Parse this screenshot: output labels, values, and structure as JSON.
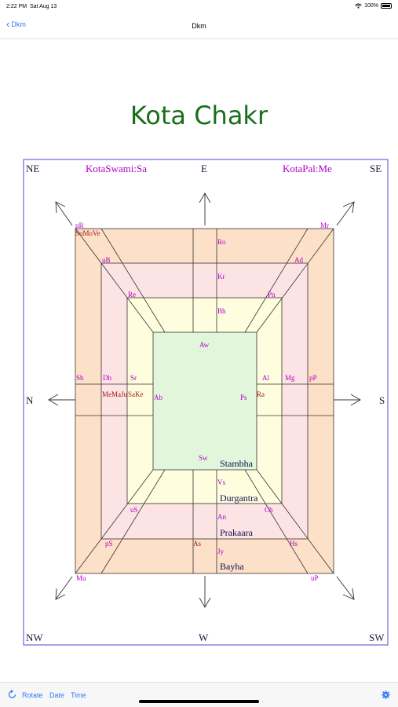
{
  "status_bar": {
    "time": "2:22 PM",
    "date": "Sat Aug 13",
    "battery": "100%"
  },
  "nav": {
    "back_label": "Dkm",
    "title": "Dkm"
  },
  "page_title": "Kota Chakr",
  "chakra": {
    "directions": {
      "ne": "NE",
      "e": "E",
      "se": "SE",
      "n": "N",
      "s": "S",
      "nw": "NW",
      "w": "W",
      "sw": "SW"
    },
    "kota_swami": "KotaSwami:Sa",
    "kota_pal": "KotaPal:Me",
    "zones": {
      "inner": "Stambha",
      "second": "Durgantra",
      "third": "Prakaara",
      "outer": "Bayha"
    },
    "nakshatras": {
      "ne_outer": "pR",
      "ne_mid": "uB",
      "ne_inner": "Re",
      "e_outer": "Ro",
      "e_mid": "Kr",
      "e_inner": "Bh",
      "e_core": "Aw",
      "se_inner": "Pn",
      "se_mid": "Ad",
      "se_outer": "Mr",
      "n_outer": "Sb",
      "n_mid": "Dh",
      "n_inner": "Sr",
      "n_core": "Ab",
      "s_core": "Ps",
      "s_inner": "Al",
      "s_mid": "Mg",
      "s_outer": "pP",
      "w_core": "Sw",
      "w_inner": "Vs",
      "w_mid": "An",
      "w_outer": "Jy",
      "w_outer2": "As",
      "nw_inner": "uS",
      "nw_mid": "pS",
      "nw_outer": "Mu",
      "sw_inner": "Ch",
      "sw_mid": "Hs",
      "sw_outer": "uP"
    },
    "planets": {
      "ne_corner": "SuMoVe",
      "n_mid": "MeMaJu",
      "n_inner": "SaKe",
      "s_core": "Ra"
    }
  },
  "toolbar": {
    "rotate": "Rotate",
    "date": "Date",
    "time": "Time"
  }
}
